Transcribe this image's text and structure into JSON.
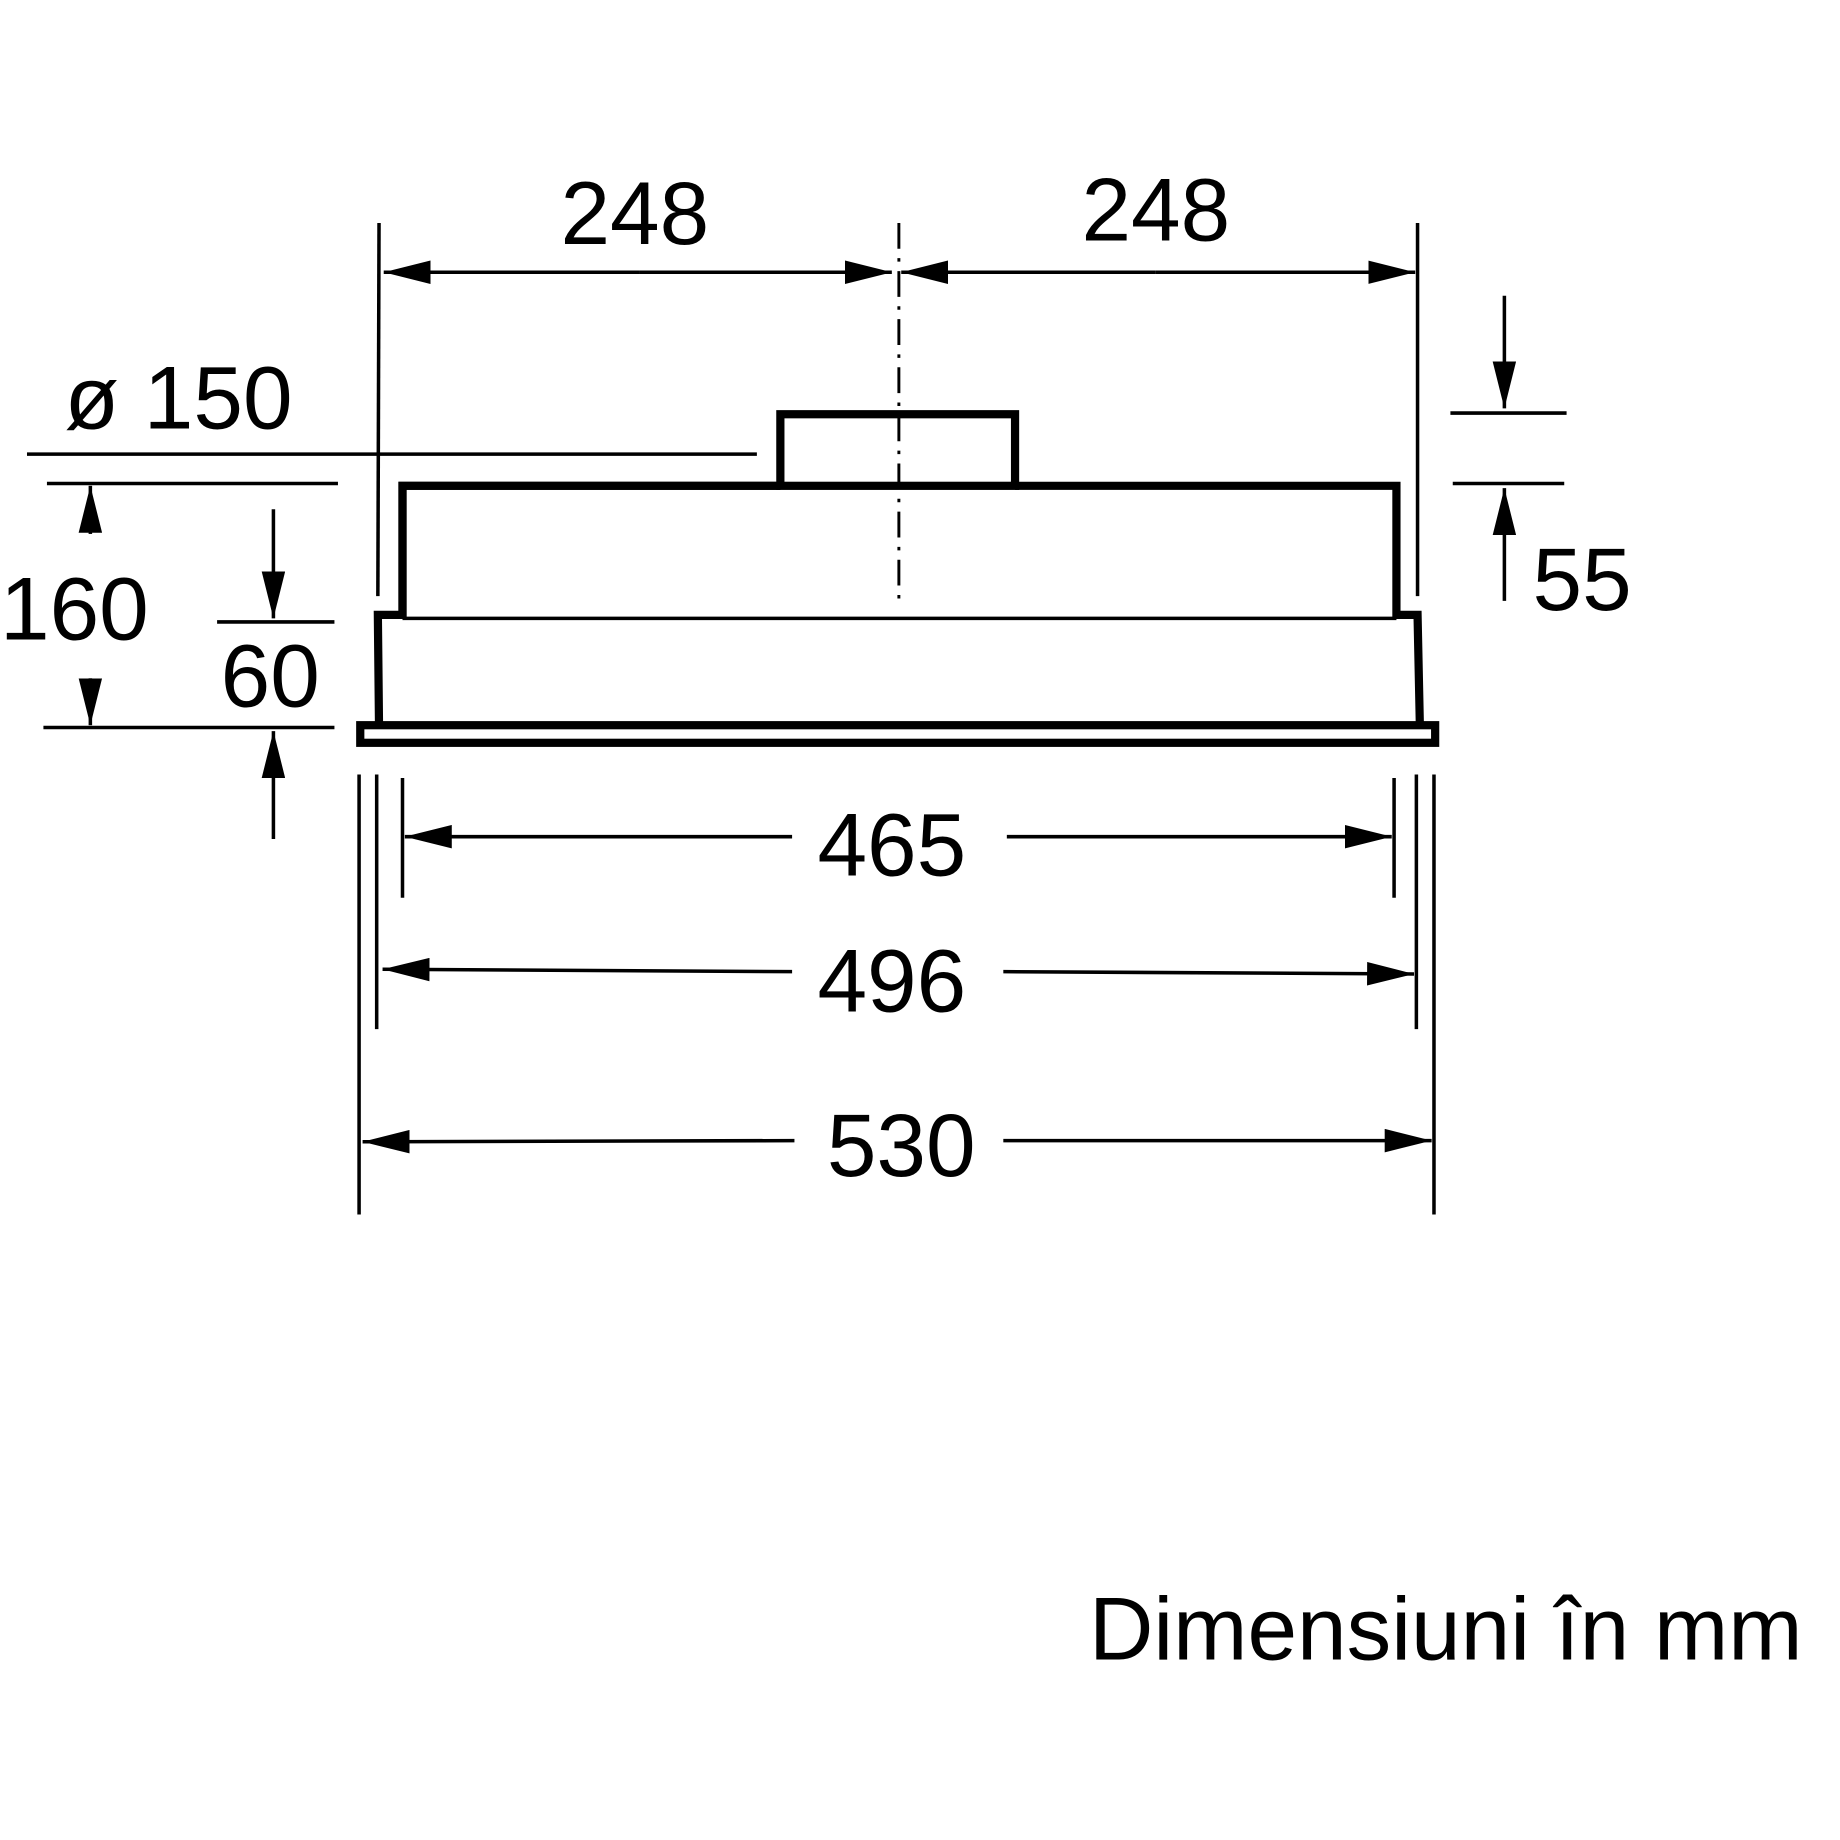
{
  "drawing": {
    "dims": {
      "half_width_left": "248",
      "half_width_right": "248",
      "duct_diameter": "ø 150",
      "total_height": "160",
      "lower_height": "60",
      "duct_height": "55",
      "inner_width": "465",
      "cutout_width": "496",
      "overall_width": "530"
    },
    "caption": "Dimensiuni în mm",
    "line_color": "#000000"
  }
}
